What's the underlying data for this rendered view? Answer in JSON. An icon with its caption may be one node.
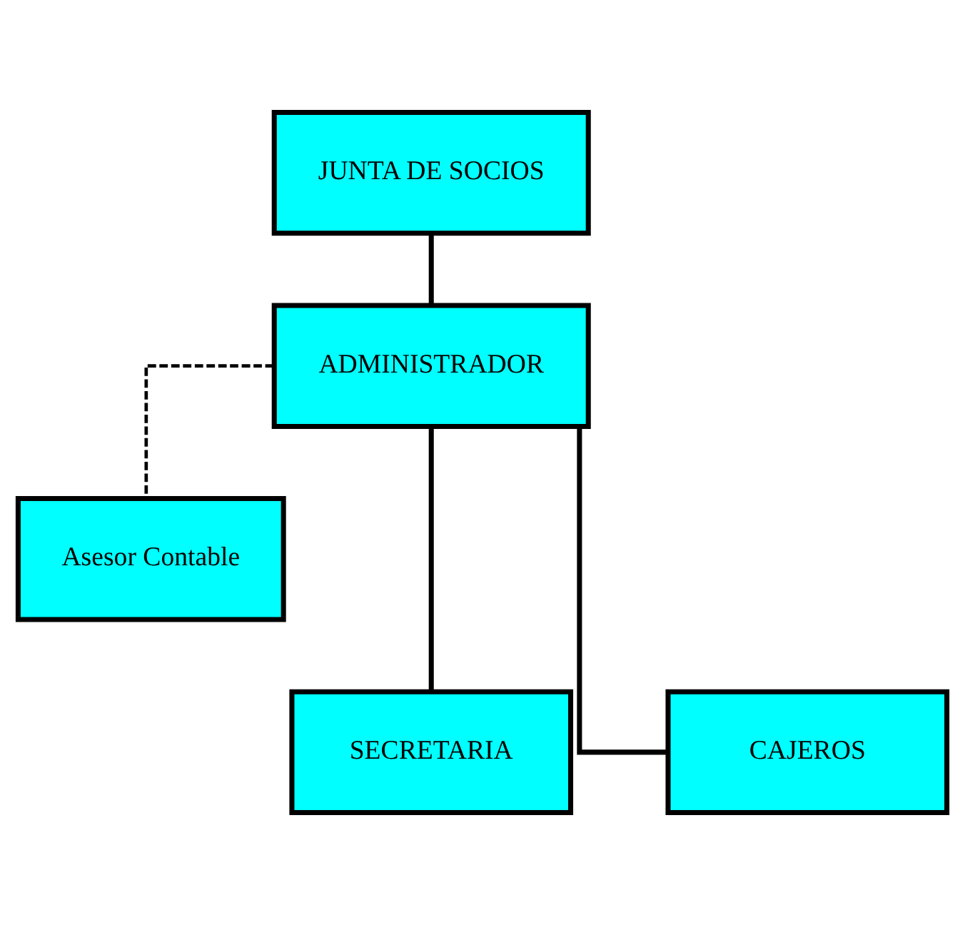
{
  "diagram": {
    "nodes": [
      {
        "text": [
          "JUNTA DE SOCIOS"
        ]
      },
      {
        "text": [
          "ADMINISTRADOR"
        ]
      },
      {
        "text": [
          "Asesor Contable"
        ]
      },
      {
        "text": [
          "SECRETARIA"
        ]
      },
      {
        "text": [
          "CAJEROS"
        ]
      }
    ],
    "edges": [
      {
        "from": 0,
        "to": 1,
        "arrow": "none"
      },
      {
        "from": 1,
        "to": 2,
        "arrow": "none",
        "style": "dashed"
      },
      {
        "from": 1,
        "to": 3,
        "arrow": "none"
      },
      {
        "from": 1,
        "to": 4,
        "arrow": "none"
      }
    ]
  }
}
